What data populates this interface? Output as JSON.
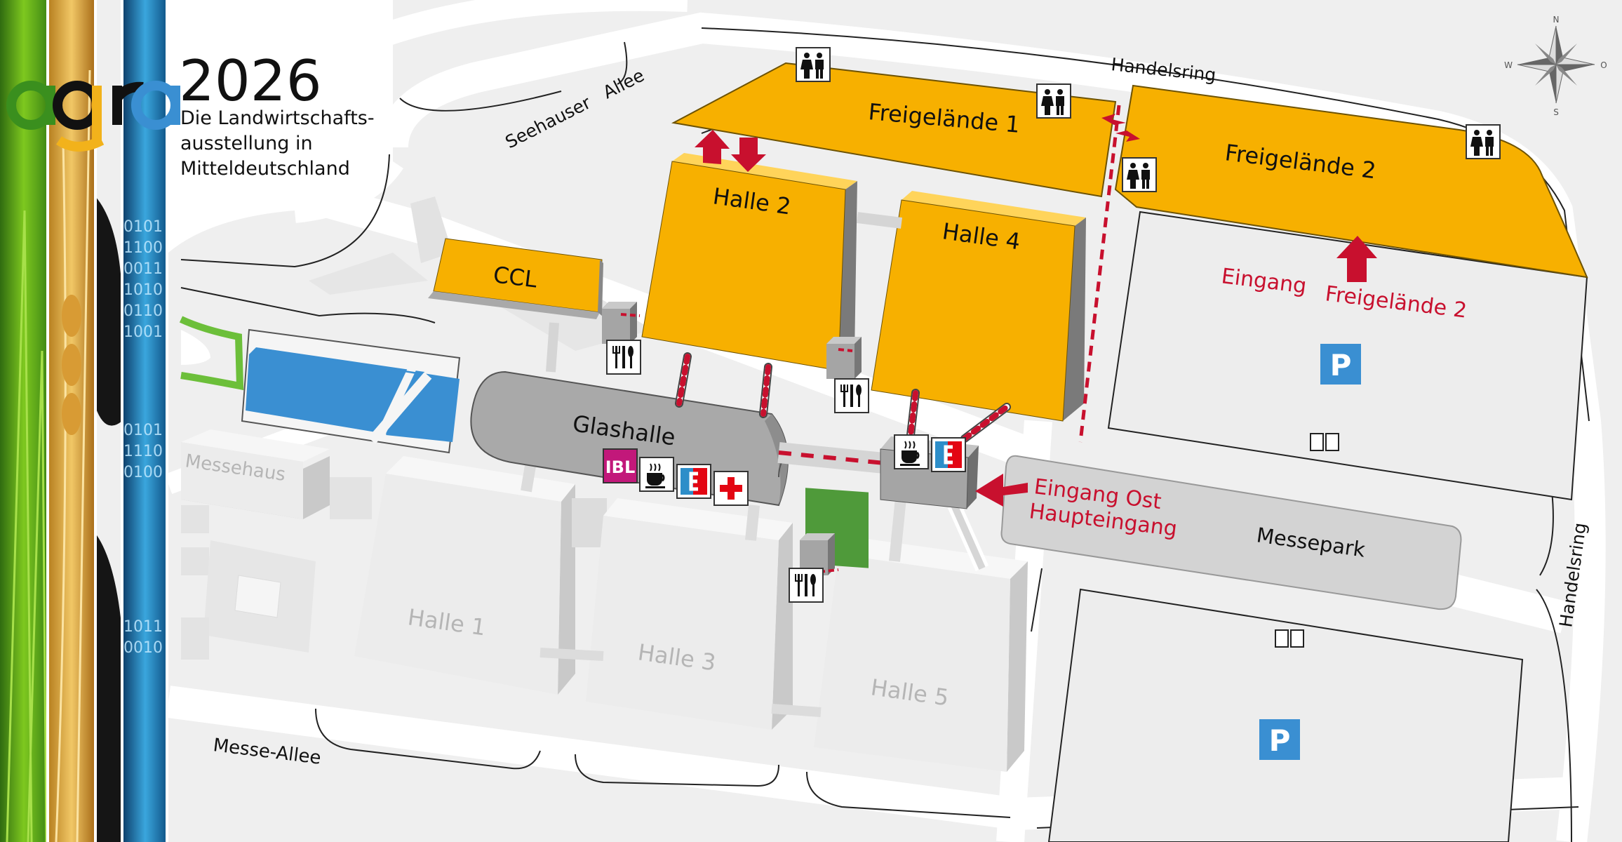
{
  "brand": {
    "logo_word": "agra",
    "year": "2026",
    "tagline_1": "Die Landwirtschafts-",
    "tagline_2": "ausstellung in",
    "tagline_3": "Mitteldeutschland"
  },
  "streets": {
    "seehauser": "Seehauser   Allee",
    "handelsring_top": "Handelsring",
    "handelsring_right": "Handelsring",
    "messe_allee": "Messe-Allee"
  },
  "buildings": {
    "freigelaende_1": "Freigelände 1",
    "freigelaende_2": "Freigelände 2",
    "halle_2": "Halle 2",
    "halle_4": "Halle 4",
    "ccl": "CCL",
    "glashalle": "Glashalle",
    "messehaus": "Messehaus",
    "halle_1": "Halle 1",
    "halle_3": "Halle 3",
    "halle_5": "Halle 5",
    "messepark": "Messepark"
  },
  "entrances": {
    "eingang": "Eingang",
    "freigelaende_2": "Freigelände 2",
    "ost": "Eingang Ost",
    "haupt": "Haupteingang"
  },
  "badges": {
    "ibl": "IBL",
    "parking": "P"
  },
  "compass": {
    "n": "N",
    "s": "S",
    "w": "W",
    "o": "O"
  },
  "colors": {
    "exhibition": "#f7b000",
    "hall_inactive": "#ececec",
    "glass_hall": "#a9a9a9",
    "entrance_red": "#c8102e",
    "water": "#3a8fd2",
    "green": "#4f9a3a",
    "parking": "#3a8fd2",
    "ibl": "#c2187a"
  },
  "icons": [
    "wc-icon",
    "restaurant-icon",
    "coffee-icon",
    "atm-icon",
    "first-aid-icon",
    "parking-icon",
    "entrance-arrow-icon",
    "barrier-icon",
    "compass-icon",
    "bus-stop-icon"
  ]
}
